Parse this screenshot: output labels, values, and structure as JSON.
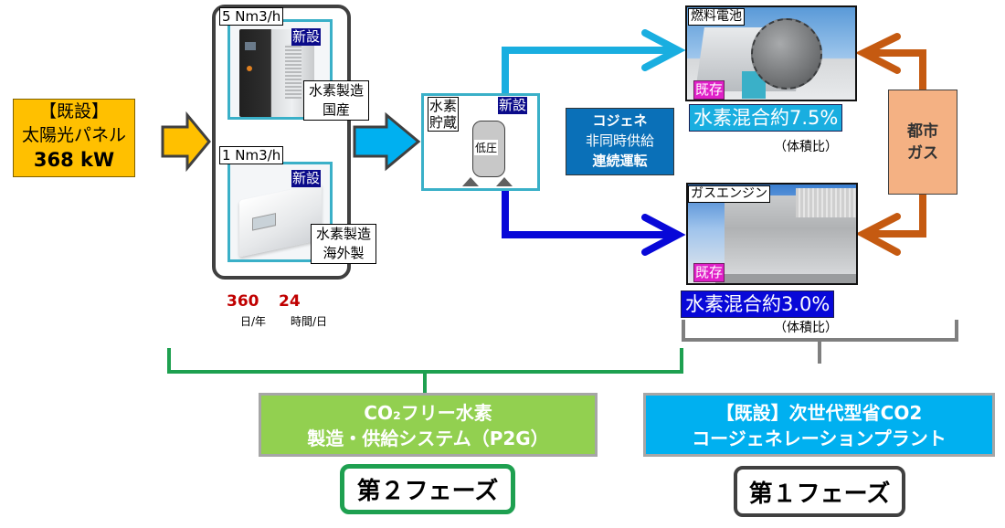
{
  "solar": {
    "line1": "【既設】",
    "line2": "太陽光パネル",
    "capacity": "368 kW"
  },
  "production": {
    "unit1": {
      "rate": "5 Nm3/h",
      "badge": "新設",
      "label_line1": "水素製造",
      "label_line2": "国産"
    },
    "unit2": {
      "rate": "1 Nm3/h",
      "badge": "新設",
      "label_line1": "水素製造",
      "label_line2": "海外製"
    },
    "operation": {
      "days_value": "360",
      "days_unit": "日/年",
      "hours_value": "24",
      "hours_unit": "時間/日"
    }
  },
  "storage": {
    "label_line1": "水素",
    "label_line2": "貯蔵",
    "badge": "新設",
    "tank_label": "低圧"
  },
  "cogen_note": {
    "line1": "コジェネ",
    "line2": "非同時供給",
    "line3": "連続運転"
  },
  "fuel_cell": {
    "title": "燃料電池",
    "badge": "既存",
    "mix": "水素混合約7.5%",
    "ratio": "（体積比）"
  },
  "gas_engine": {
    "title": "ガスエンジン",
    "badge": "既存",
    "mix": "水素混合約3.0%",
    "ratio": "（体積比）"
  },
  "city_gas": {
    "line1": "都市",
    "line2": "ガス"
  },
  "p2g_system": {
    "line1": "CO₂フリー水素",
    "line2": "製造・供給システム（P2G）",
    "phase": "第２フェーズ"
  },
  "cogen_plant": {
    "line1": "【既設】次世代型省CO2",
    "line2": "コージェネレーションプラント",
    "phase": "第１フェーズ"
  },
  "colors": {
    "solar": "#ffc000",
    "new_badge": "#0b0b8a",
    "existing_badge": "#e020c8",
    "fuel_cell_flow": "#19aee0",
    "gas_engine_flow": "#0808d8",
    "city_gas_flow": "#c55a11",
    "phase2_border": "#1ea050",
    "p2g_fill": "#92d050",
    "cogen_plant_fill": "#00b0f0"
  }
}
